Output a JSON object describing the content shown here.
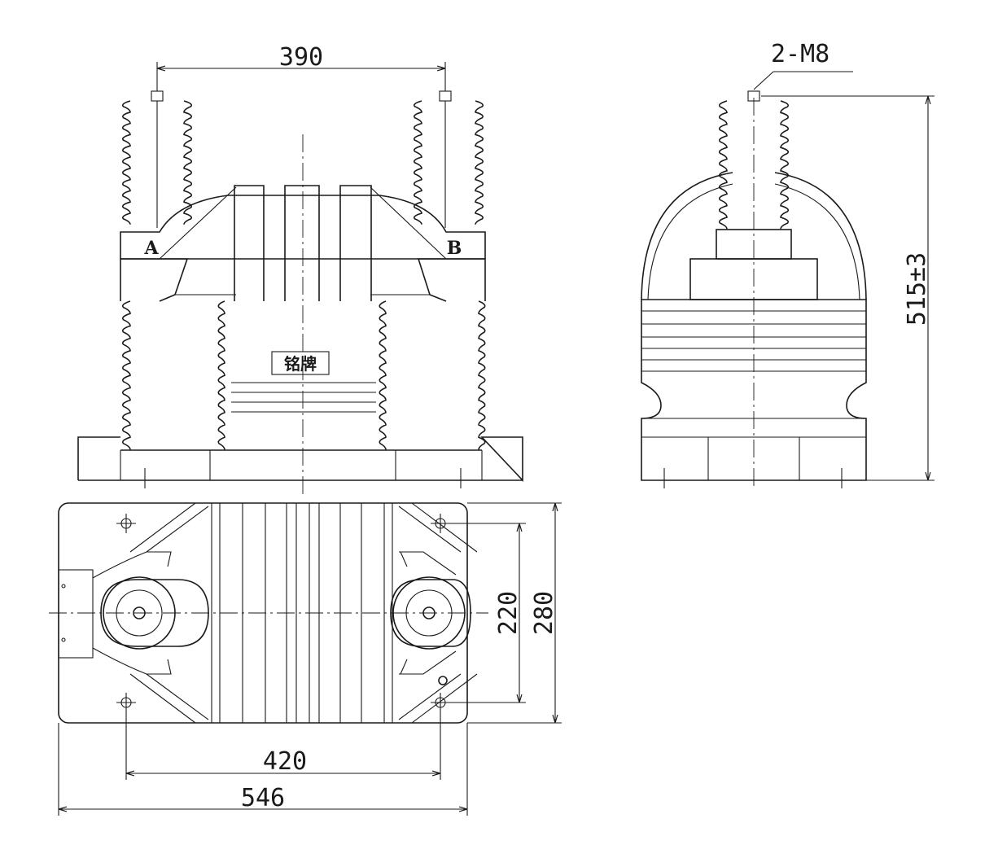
{
  "dimensions": {
    "top_spacing": "390",
    "thread_callout": "2-M8",
    "height": "515±3",
    "inner_depth": "220",
    "outer_depth": "280",
    "hole_spacing": "420",
    "overall_width": "546"
  },
  "labels": {
    "terminal_a": "A",
    "terminal_b": "B",
    "nameplate": "铭牌"
  },
  "colors": {
    "line": "#1a1a1a",
    "background": "#ffffff"
  }
}
